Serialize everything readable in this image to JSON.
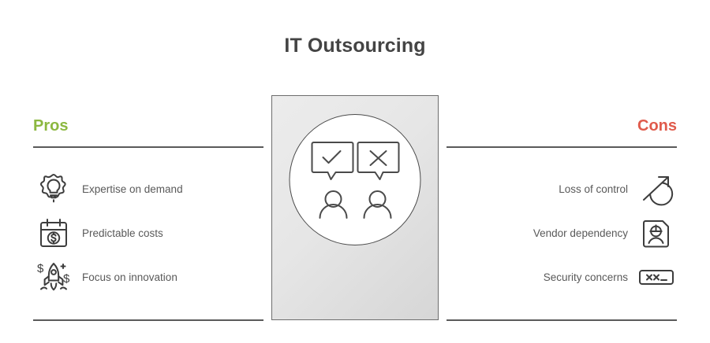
{
  "slide": {
    "title": "IT Outsourcing",
    "background": "#ffffff",
    "title_color": "#444444"
  },
  "center": {
    "panel_fill_from": "#ececec",
    "panel_fill_to": "#d6d6d6",
    "panel_border": "#6d6d6d",
    "circle_fill": "#ffffff",
    "circle_border": "#4a4a4a",
    "illustration_name": "two-people-with-approve-and-reject-speech-bubbles",
    "icons": {
      "approve_bubble": "check-speech-bubble-icon",
      "reject_bubble": "cross-speech-bubble-icon",
      "person_left": "person-icon",
      "person_right": "person-icon"
    }
  },
  "left_column": {
    "heading": "Pros",
    "heading_color": "#8cb840",
    "rule_color": "#5a5a5a",
    "items": [
      {
        "label": "Expertise on demand",
        "icon": "lightbulb-gear-icon"
      },
      {
        "label": "Predictable costs",
        "icon": "calendar-dollar-icon"
      },
      {
        "label": "Focus on innovation",
        "icon": "rocket-dollar-icon"
      }
    ]
  },
  "right_column": {
    "heading": "Cons",
    "heading_color": "#e05b4c",
    "rule_color": "#5a5a5a",
    "items": [
      {
        "label": "Loss of control",
        "icon": "circle-escaping-arrow-icon"
      },
      {
        "label": "Vendor dependency",
        "icon": "worker-id-badge-icon"
      },
      {
        "label": "Security concerns",
        "icon": "password-field-icon"
      }
    ]
  }
}
